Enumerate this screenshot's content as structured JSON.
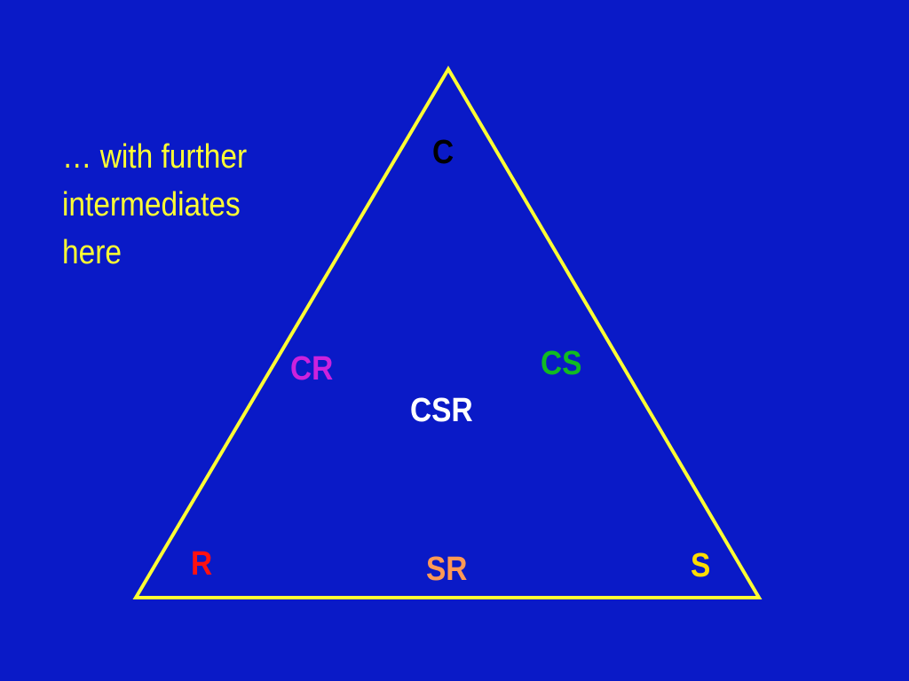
{
  "note": {
    "lines": [
      "… with further",
      "intermediates",
      "here"
    ]
  },
  "colors": {
    "background": "#0a1ac7",
    "triangle_stroke": "#ffff33",
    "note_text": "#ffff33"
  },
  "labels": {
    "c": {
      "text": "C",
      "color": "#000000"
    },
    "cr": {
      "text": "CR",
      "color": "#cc22dd"
    },
    "cs": {
      "text": "CS",
      "color": "#11bb22"
    },
    "csr": {
      "text": "CSR",
      "color": "#ffffff"
    },
    "r": {
      "text": "R",
      "color": "#ff1111"
    },
    "sr": {
      "text": "SR",
      "color": "#ff9955"
    },
    "s": {
      "text": "S",
      "color": "#ffdd00"
    }
  }
}
